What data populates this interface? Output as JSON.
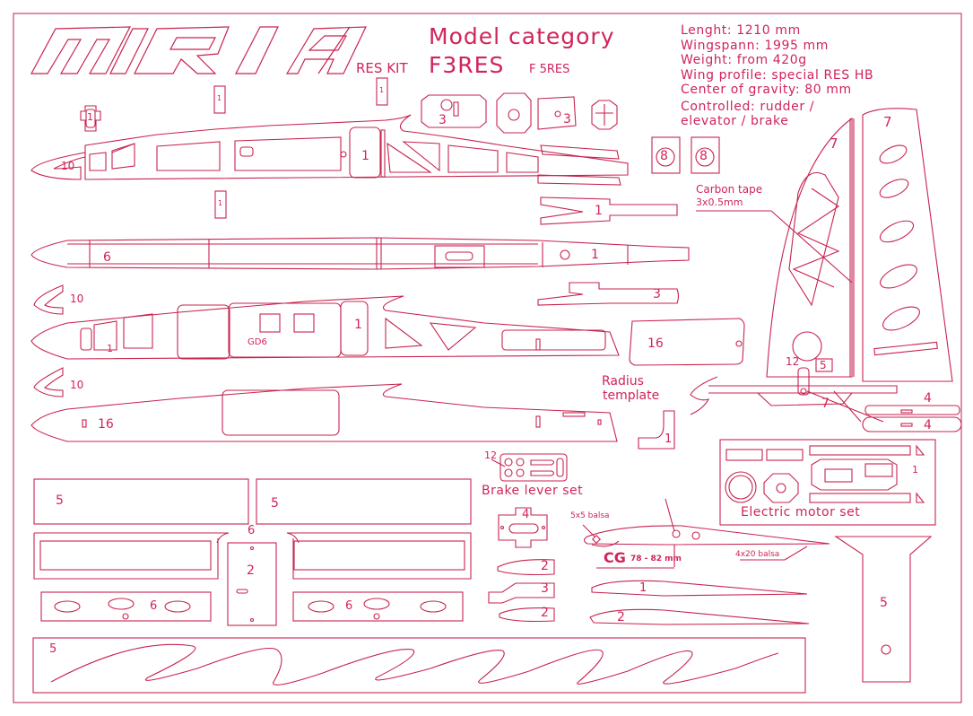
{
  "colors": {
    "line": "#c8234f",
    "border": "#c0365d",
    "cg": "#d0245a",
    "paper": "#ffffff"
  },
  "title": {
    "logo": "MIRAI",
    "subtitle": "RES KIT"
  },
  "category": {
    "heading": "Model category",
    "primary": "F3RES",
    "secondary": "F 5RES"
  },
  "specs": [
    "Lenght: 1210 mm",
    "Wingspann: 1995 mm",
    "Weight: from 420g",
    "Wing profile: special RES HB",
    "Center of gravity: 80 mm",
    "Controlled: rudder /",
    "elevator / brake"
  ],
  "annotations": {
    "carbon_tape": "Carbon tape",
    "carbon_tape_size": "3x0.5mm",
    "radius_1": "Radius",
    "radius_2": "template",
    "brake_lever_set": "Brake lever set",
    "electric_motor_set": "Electric motor set",
    "balsa_5x5": "5x5 balsa",
    "balsa_4x20": "4x20 balsa",
    "cg_label": "CG",
    "cg_range": "78 - 82 mm",
    "gd6": "GD6"
  },
  "part_numbers": {
    "p1": "1",
    "p2": "2",
    "p3": "3",
    "p4": "4",
    "p5": "5",
    "p6": "6",
    "p7": "7",
    "p8": "8",
    "p10": "10",
    "p12": "12",
    "p16": "16"
  }
}
